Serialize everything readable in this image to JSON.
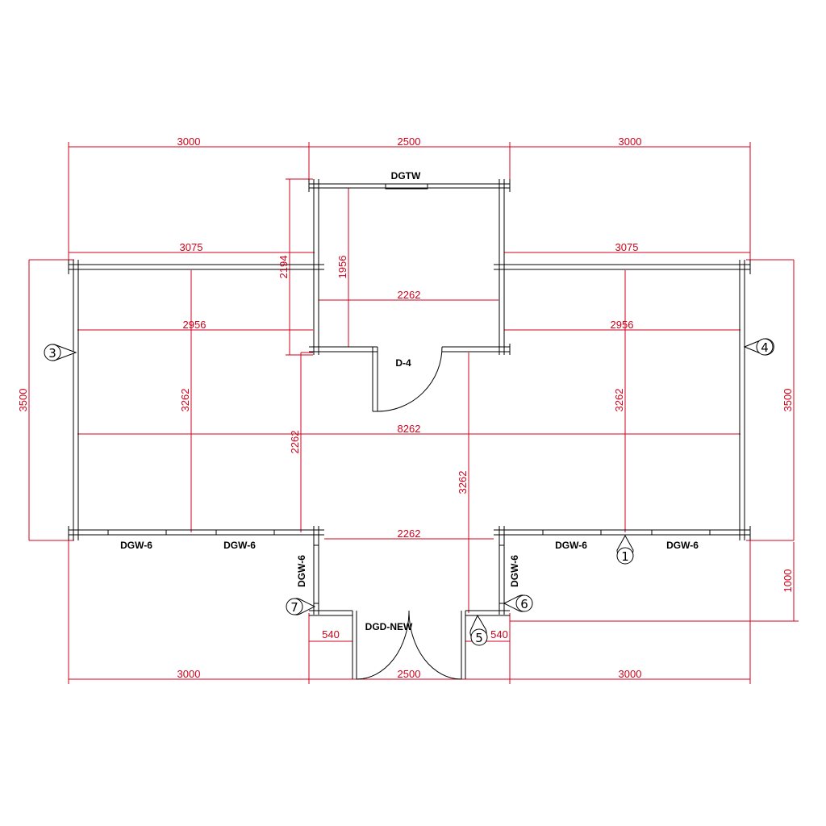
{
  "colors": {
    "dimension": "#d0021b",
    "wall": "#000000"
  },
  "dimensions": {
    "top_left": "3000",
    "top_mid": "2500",
    "top_right": "3000",
    "upper_left_3075": "3075",
    "upper_right_3075": "3075",
    "v_2194": "2194",
    "v_1956": "1956",
    "h_2262_top": "2262",
    "h_2956_left": "2956",
    "h_2956_right": "2956",
    "v_3500_left": "3500",
    "v_3500_right": "3500",
    "v_3262_left": "3262",
    "v_3262_right": "3262",
    "h_8262": "8262",
    "v_2262": "2262",
    "v_3262_center": "3262",
    "h_2262_bottom": "2262",
    "v_1000": "1000",
    "h_540_left": "540",
    "h_540_right": "540",
    "bottom_left": "3000",
    "bottom_mid": "2500",
    "bottom_right": "3000"
  },
  "labels": {
    "dgtw": "DGTW",
    "d4": "D-4",
    "dgw6_1": "DGW-6",
    "dgw6_2": "DGW-6",
    "dgw6_3": "DGW-6",
    "dgw6_4": "DGW-6",
    "dgw6_left_v": "DGW-6",
    "dgw6_right_v": "DGW-6",
    "dgd_new": "DGD-NEW"
  },
  "markers": {
    "m1": "1",
    "m3": "3",
    "m4": "4",
    "m5": "5",
    "m6": "6",
    "m7": "7"
  }
}
